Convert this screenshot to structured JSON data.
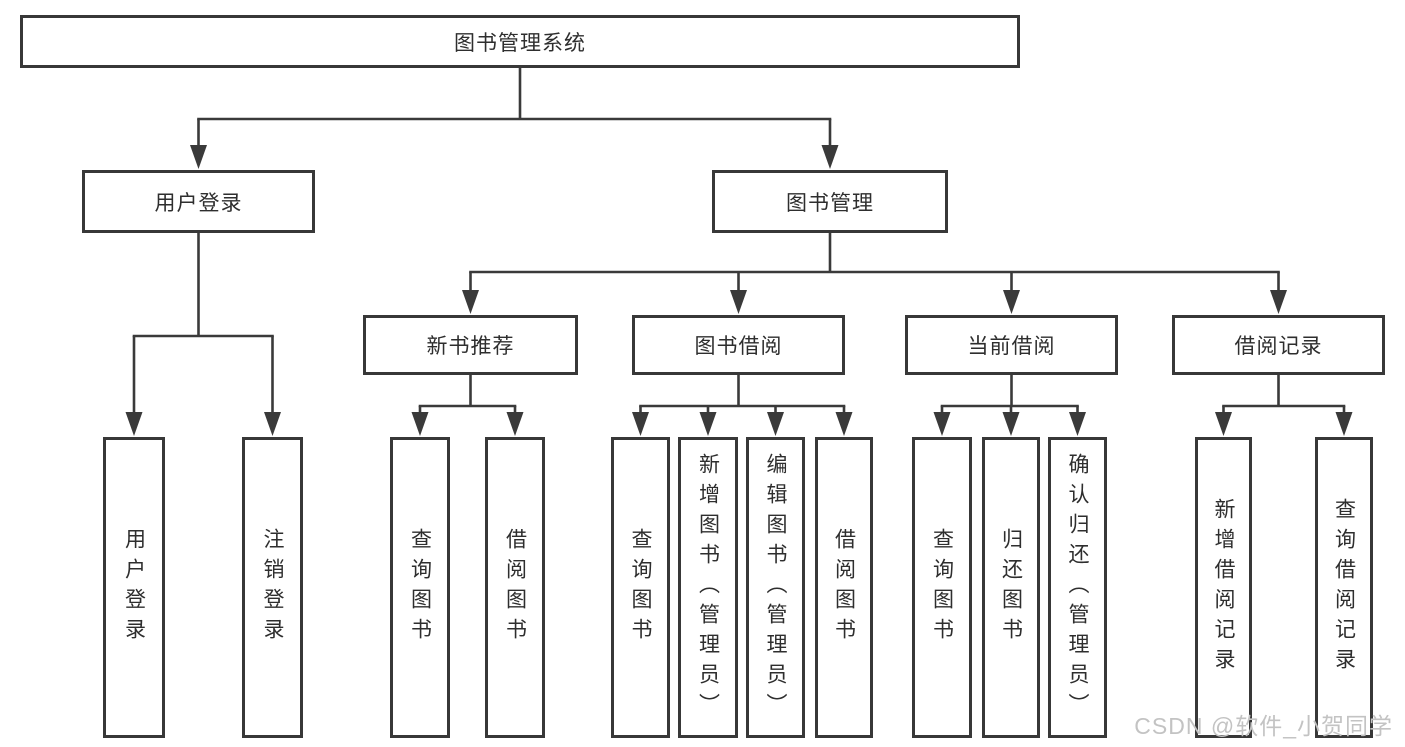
{
  "diagram": {
    "type": "hierarchy",
    "title": "图书管理系统",
    "nodes": [
      {
        "id": "root",
        "label": "图书管理系统",
        "level": 0,
        "parent": null,
        "orientation": "horizontal"
      },
      {
        "id": "user-login",
        "label": "用户登录",
        "level": 1,
        "parent": "root",
        "orientation": "horizontal"
      },
      {
        "id": "book-mgmt",
        "label": "图书管理",
        "level": 1,
        "parent": "root",
        "orientation": "horizontal"
      },
      {
        "id": "new-book-rec",
        "label": "新书推荐",
        "level": 2,
        "parent": "book-mgmt",
        "orientation": "horizontal"
      },
      {
        "id": "book-borrow",
        "label": "图书借阅",
        "level": 2,
        "parent": "book-mgmt",
        "orientation": "horizontal"
      },
      {
        "id": "current-borrow",
        "label": "当前借阅",
        "level": 2,
        "parent": "book-mgmt",
        "orientation": "horizontal"
      },
      {
        "id": "borrow-records",
        "label": "借阅记录",
        "level": 2,
        "parent": "book-mgmt",
        "orientation": "horizontal"
      },
      {
        "id": "leaf-user-login",
        "label": "用户登录",
        "level": 3,
        "parent": "user-login",
        "orientation": "vertical"
      },
      {
        "id": "leaf-logout",
        "label": "注销登录",
        "level": 3,
        "parent": "user-login",
        "orientation": "vertical"
      },
      {
        "id": "leaf-query-books-1",
        "label": "查询图书",
        "level": 3,
        "parent": "new-book-rec",
        "orientation": "vertical"
      },
      {
        "id": "leaf-borrow-books-1",
        "label": "借阅图书",
        "level": 3,
        "parent": "new-book-rec",
        "orientation": "vertical"
      },
      {
        "id": "leaf-query-books-2",
        "label": "查询图书",
        "level": 3,
        "parent": "book-borrow",
        "orientation": "vertical"
      },
      {
        "id": "leaf-add-book",
        "label": "新增图书（管理员）",
        "level": 3,
        "parent": "book-borrow",
        "orientation": "vertical"
      },
      {
        "id": "leaf-edit-book",
        "label": "编辑图书（管理员）",
        "level": 3,
        "parent": "book-borrow",
        "orientation": "vertical"
      },
      {
        "id": "leaf-borrow-books-2",
        "label": "借阅图书",
        "level": 3,
        "parent": "book-borrow",
        "orientation": "vertical"
      },
      {
        "id": "leaf-query-books-3",
        "label": "查询图书",
        "level": 3,
        "parent": "current-borrow",
        "orientation": "vertical"
      },
      {
        "id": "leaf-return-book",
        "label": "归还图书",
        "level": 3,
        "parent": "current-borrow",
        "orientation": "vertical"
      },
      {
        "id": "leaf-confirm-return",
        "label": "确认归还（管理员）",
        "level": 3,
        "parent": "current-borrow",
        "orientation": "vertical"
      },
      {
        "id": "leaf-add-borrow-record",
        "label": "新增借阅记录",
        "level": 3,
        "parent": "borrow-records",
        "orientation": "vertical"
      },
      {
        "id": "leaf-query-borrow-record",
        "label": "查询借阅记录",
        "level": 3,
        "parent": "borrow-records",
        "orientation": "vertical"
      }
    ]
  },
  "watermark": {
    "text": "CSDN @软件_小贺同学"
  },
  "colors": {
    "line": "#3a3a3a",
    "box_border": "#383838",
    "box_fill": "#ffffff",
    "text": "#2e2e2e",
    "watermark": "#c3c3c3"
  }
}
